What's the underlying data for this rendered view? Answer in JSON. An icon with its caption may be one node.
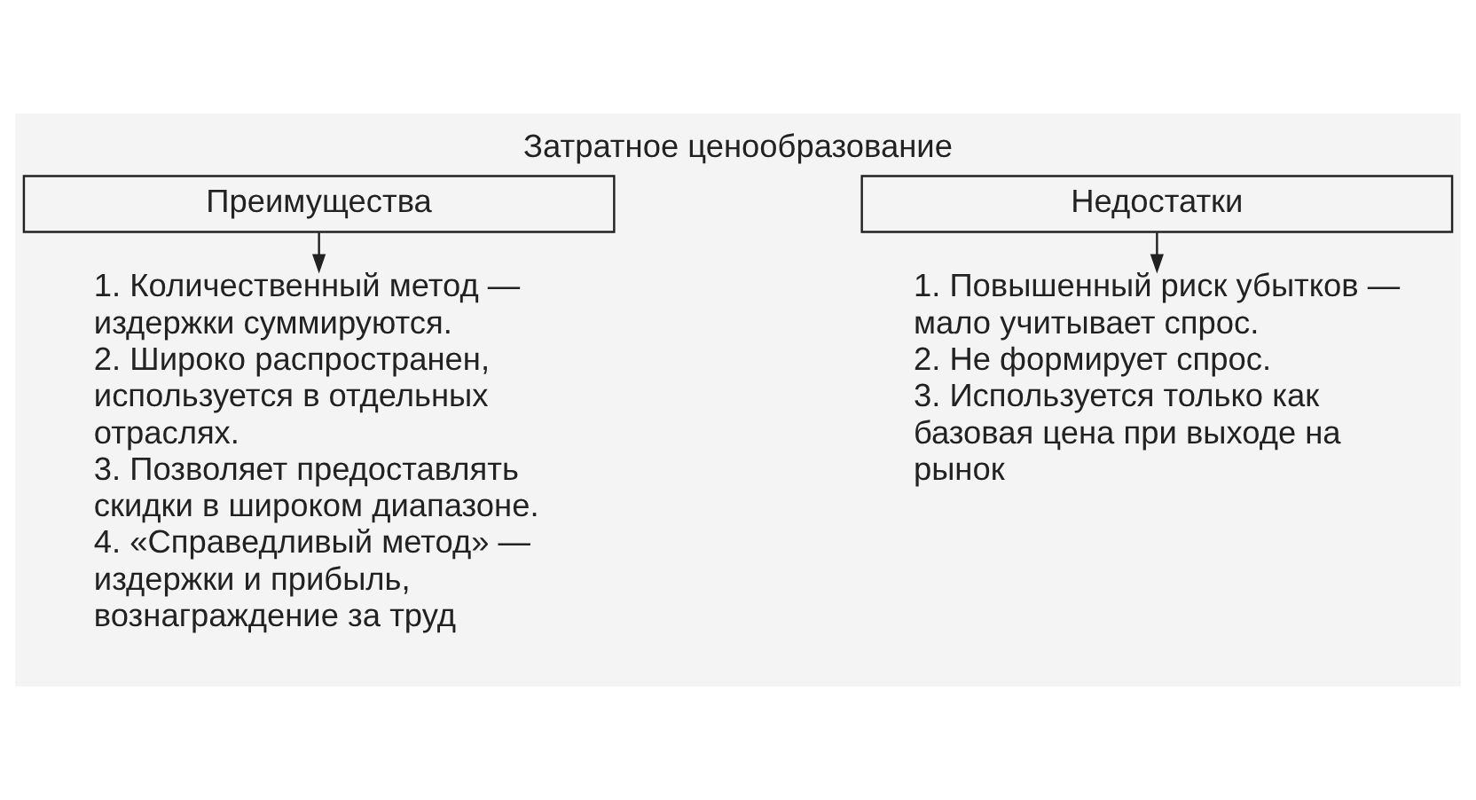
{
  "diagram": {
    "title": "Затратное ценообразование",
    "nodes": [
      {
        "text": [
          "Преимущества"
        ]
      },
      {
        "text": [
          "1. Количественный метод — издержки суммируются.",
          "2. Широко распространен, используется в отдельных отраслях.",
          "3. Позволяет предоставлять скидки в широком диапазоне.",
          "4. «Справедливый метод» — издержки и прибыль, вознаграждение за труд"
        ]
      },
      {
        "text": [
          "Недостатки"
        ]
      },
      {
        "text": [
          "1. Повышенный риск убытков — мало учитывает спрос.",
          "2. Не формирует спрос.",
          "3. Используется только как базовая цена при выходе на рынок"
        ]
      }
    ],
    "edges": [
      {
        "from": 0,
        "to": 1,
        "arrow": "to"
      },
      {
        "from": 2,
        "to": 3,
        "arrow": "to"
      }
    ]
  }
}
